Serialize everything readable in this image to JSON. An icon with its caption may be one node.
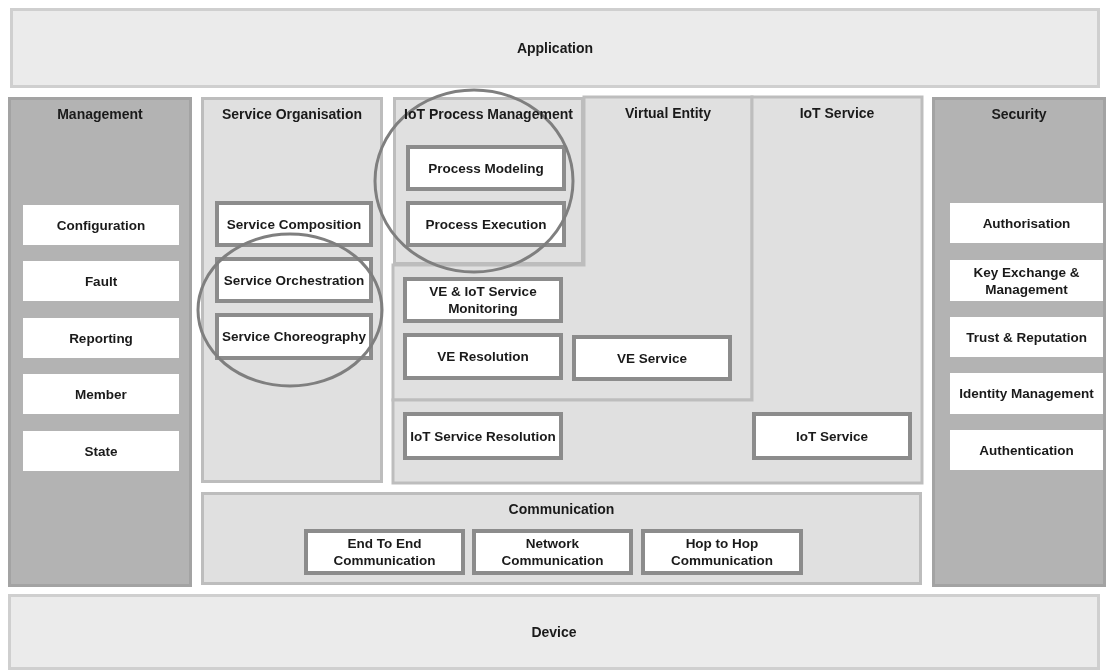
{
  "diagram": {
    "nodes": [
      {
        "text": [
          "Application"
        ]
      },
      {
        "text": [
          "Management"
        ]
      },
      {
        "text": [
          "Configuration"
        ],
        "in": 1
      },
      {
        "text": [
          "Fault"
        ],
        "in": 1
      },
      {
        "text": [
          "Reporting"
        ],
        "in": 1
      },
      {
        "text": [
          "Member"
        ],
        "in": 1
      },
      {
        "text": [
          "State"
        ],
        "in": 1
      },
      {
        "text": [
          "Service Organisation"
        ]
      },
      {
        "text": [
          "Service Composition"
        ],
        "in": 7
      },
      {
        "text": [
          "Service Orchestration"
        ],
        "in": 7
      },
      {
        "text": [
          "Service Choreography"
        ],
        "in": 7
      },
      {
        "text": [
          "IoT Process Management"
        ]
      },
      {
        "text": [
          "Process Modeling"
        ],
        "in": 11
      },
      {
        "text": [
          "Process Execution"
        ],
        "in": 11
      },
      {
        "text": [
          "Virtual Entity"
        ]
      },
      {
        "text": [
          "VE & IoT Service Monitoring"
        ],
        "in": 14
      },
      {
        "text": [
          "VE Resolution"
        ],
        "in": 14
      },
      {
        "text": [
          "VE Service"
        ],
        "in": 14
      },
      {
        "text": [
          "IoT Service"
        ]
      },
      {
        "text": [
          "IoT Service Resolution"
        ],
        "in": 18
      },
      {
        "text": [
          "IoT Service"
        ],
        "in": 18
      },
      {
        "text": [
          "Security"
        ]
      },
      {
        "text": [
          "Authorisation"
        ],
        "in": 21
      },
      {
        "text": [
          "Key Exchange & Management"
        ],
        "in": 21
      },
      {
        "text": [
          "Trust & Reputation"
        ],
        "in": 21
      },
      {
        "text": [
          "Identity Management"
        ],
        "in": 21
      },
      {
        "text": [
          "Authentication"
        ],
        "in": 21
      },
      {
        "text": [
          "Communication"
        ]
      },
      {
        "text": [
          "End To End Communication"
        ],
        "in": 27
      },
      {
        "text": [
          "Network Communication"
        ],
        "in": 27
      },
      {
        "text": [
          "Hop to Hop Communication"
        ],
        "in": 27
      },
      {
        "text": [
          "Device"
        ]
      }
    ]
  }
}
